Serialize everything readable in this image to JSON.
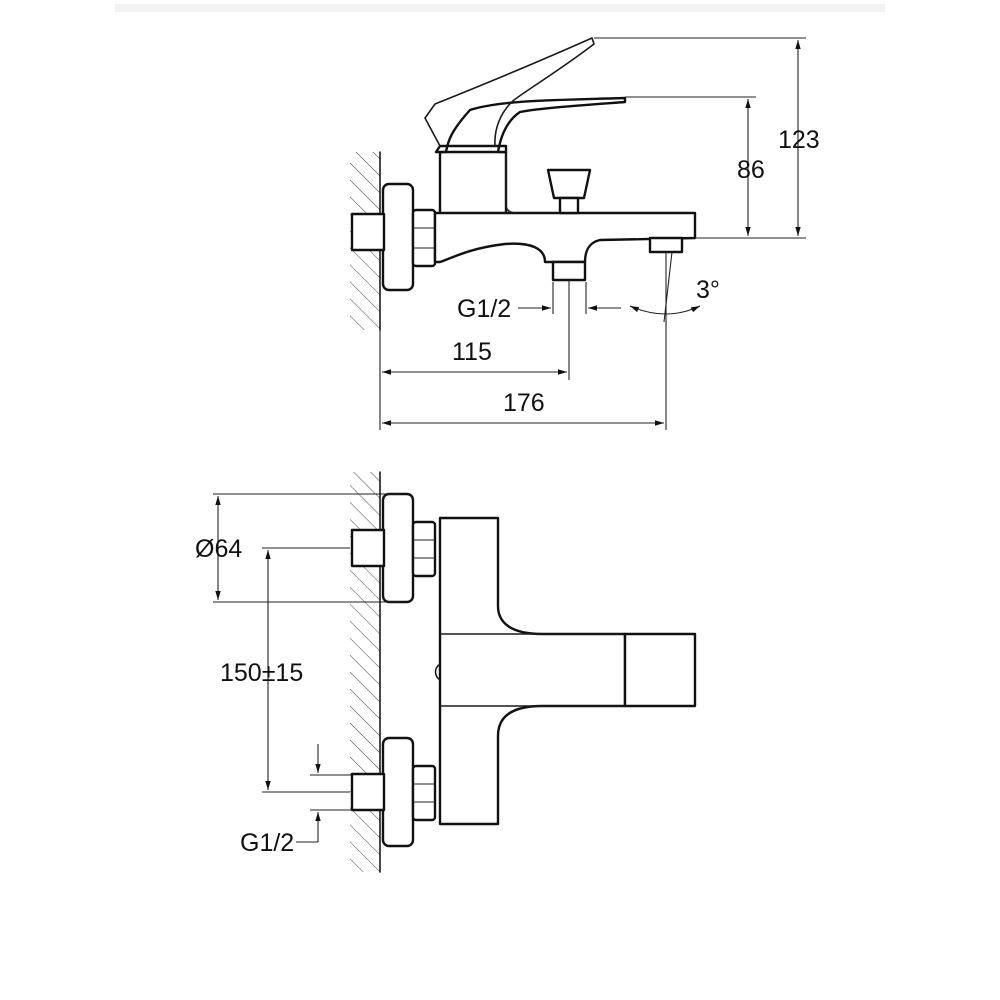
{
  "side_view": {
    "dim_height_total": "123",
    "dim_height_spout": "86",
    "dim_thread": "G1/2",
    "dim_angle": "3°",
    "dim_outlet_distance": "115",
    "dim_total_length": "176"
  },
  "front_view": {
    "dim_diameter": "Ø64",
    "dim_center_distance": "150±15",
    "dim_thread": "G1/2"
  }
}
